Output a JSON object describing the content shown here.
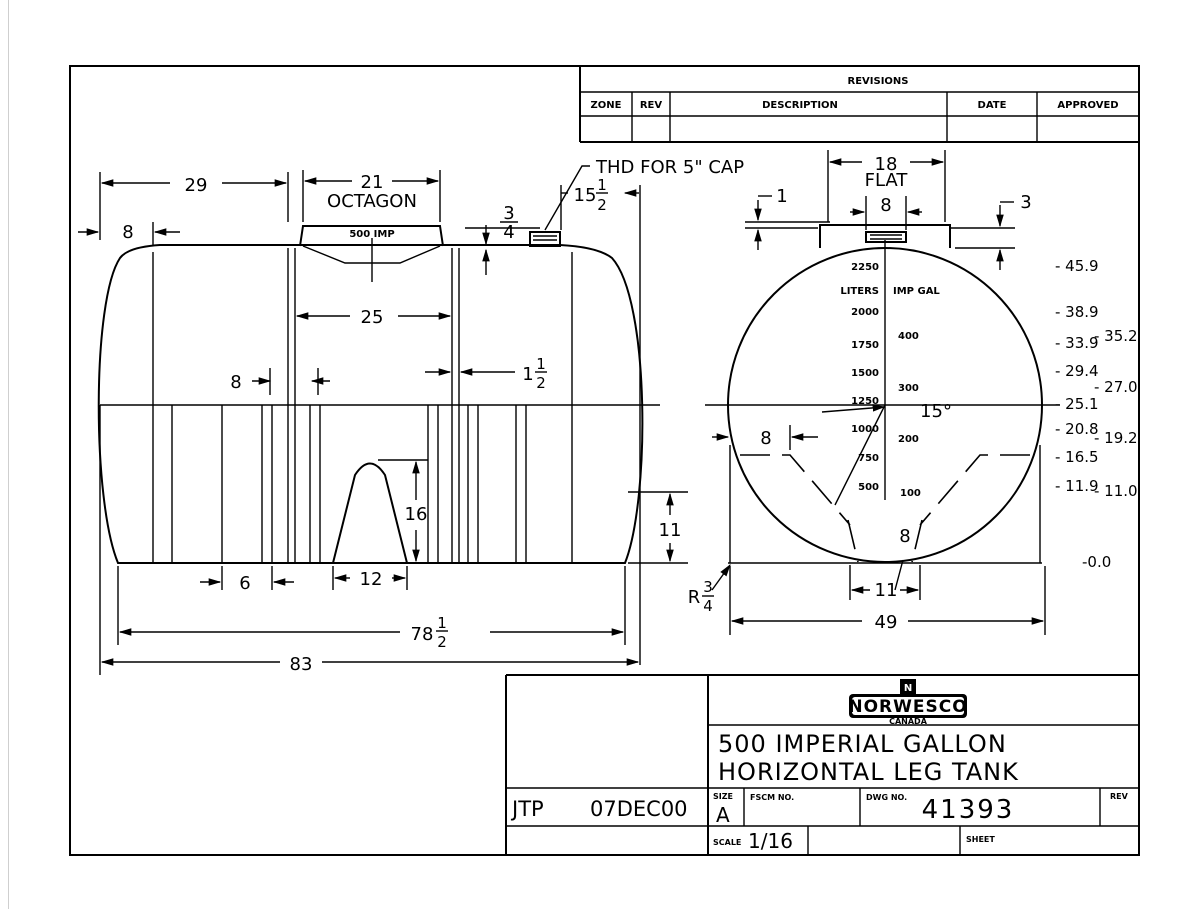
{
  "revisions": {
    "title": "REVISIONS",
    "headers": [
      "ZONE",
      "REV",
      "DESCRIPTION",
      "DATE",
      "APPROVED"
    ]
  },
  "side_view": {
    "dims": {
      "overall_29": "29",
      "octagon_21": "21",
      "octagon_label": "OCTAGON",
      "end_8": "8",
      "label_500": "500 IMP",
      "dim_3": "3",
      "dim_3_den": "4",
      "thd_note": "THD FOR 5\" CAP",
      "dim_15": "15",
      "dim_15_num": "1",
      "dim_15_den": "2",
      "band_25": "25",
      "leg_8": "8",
      "dim_1_half": "1",
      "dim_1_half_num": "1",
      "dim_1_half_den": "2",
      "arch_16": "16",
      "leg_11": "11",
      "leg_6": "6",
      "arch_12": "12",
      "len_78": "78",
      "len_78_num": "1",
      "len_78_den": "2",
      "len_83": "83"
    }
  },
  "end_view": {
    "dims": {
      "flat_18": "18",
      "flat_label": "FLAT",
      "top_1": "1",
      "cap_8": "8",
      "top_3": "3",
      "liters_label": "LITERS",
      "impgal_label": "IMP GAL",
      "liters": [
        "2250",
        "2000",
        "1750",
        "1500",
        "1250",
        "1000",
        "750",
        "500"
      ],
      "gallons": [
        "400",
        "300",
        "200",
        "100"
      ],
      "angle_15": "15°",
      "leg_8": "8",
      "inner_8": "8",
      "bottom_11": "11",
      "radius_R": "R",
      "radius_num": "3",
      "radius_den": "4",
      "width_49": "49"
    },
    "level_scale_left": [
      "- 45.9",
      "- 38.9",
      "- 33.9",
      "- 29.4",
      "- 25.1",
      "- 20.8",
      "- 16.5",
      "- 11.9",
      "-0.0"
    ],
    "level_scale_right": [
      "- 35.2",
      "- 27.0",
      "- 19.2",
      "- 11.0"
    ]
  },
  "title_block": {
    "logo_text": "NORWESCO",
    "logo_sub": "CANADA",
    "title_line1": "500 IMPERIAL GALLON",
    "title_line2": "HORIZONTAL LEG TANK",
    "drawn_by": "JTP",
    "date": "07DEC00",
    "size_label": "SIZE",
    "size_value": "A",
    "fscm_label": "FSCM NO.",
    "dwg_label": "DWG NO.",
    "dwg_value": "41393",
    "rev_label": "REV",
    "scale_label": "SCALE",
    "scale_value": "1/16",
    "sheet_label": "SHEET"
  }
}
